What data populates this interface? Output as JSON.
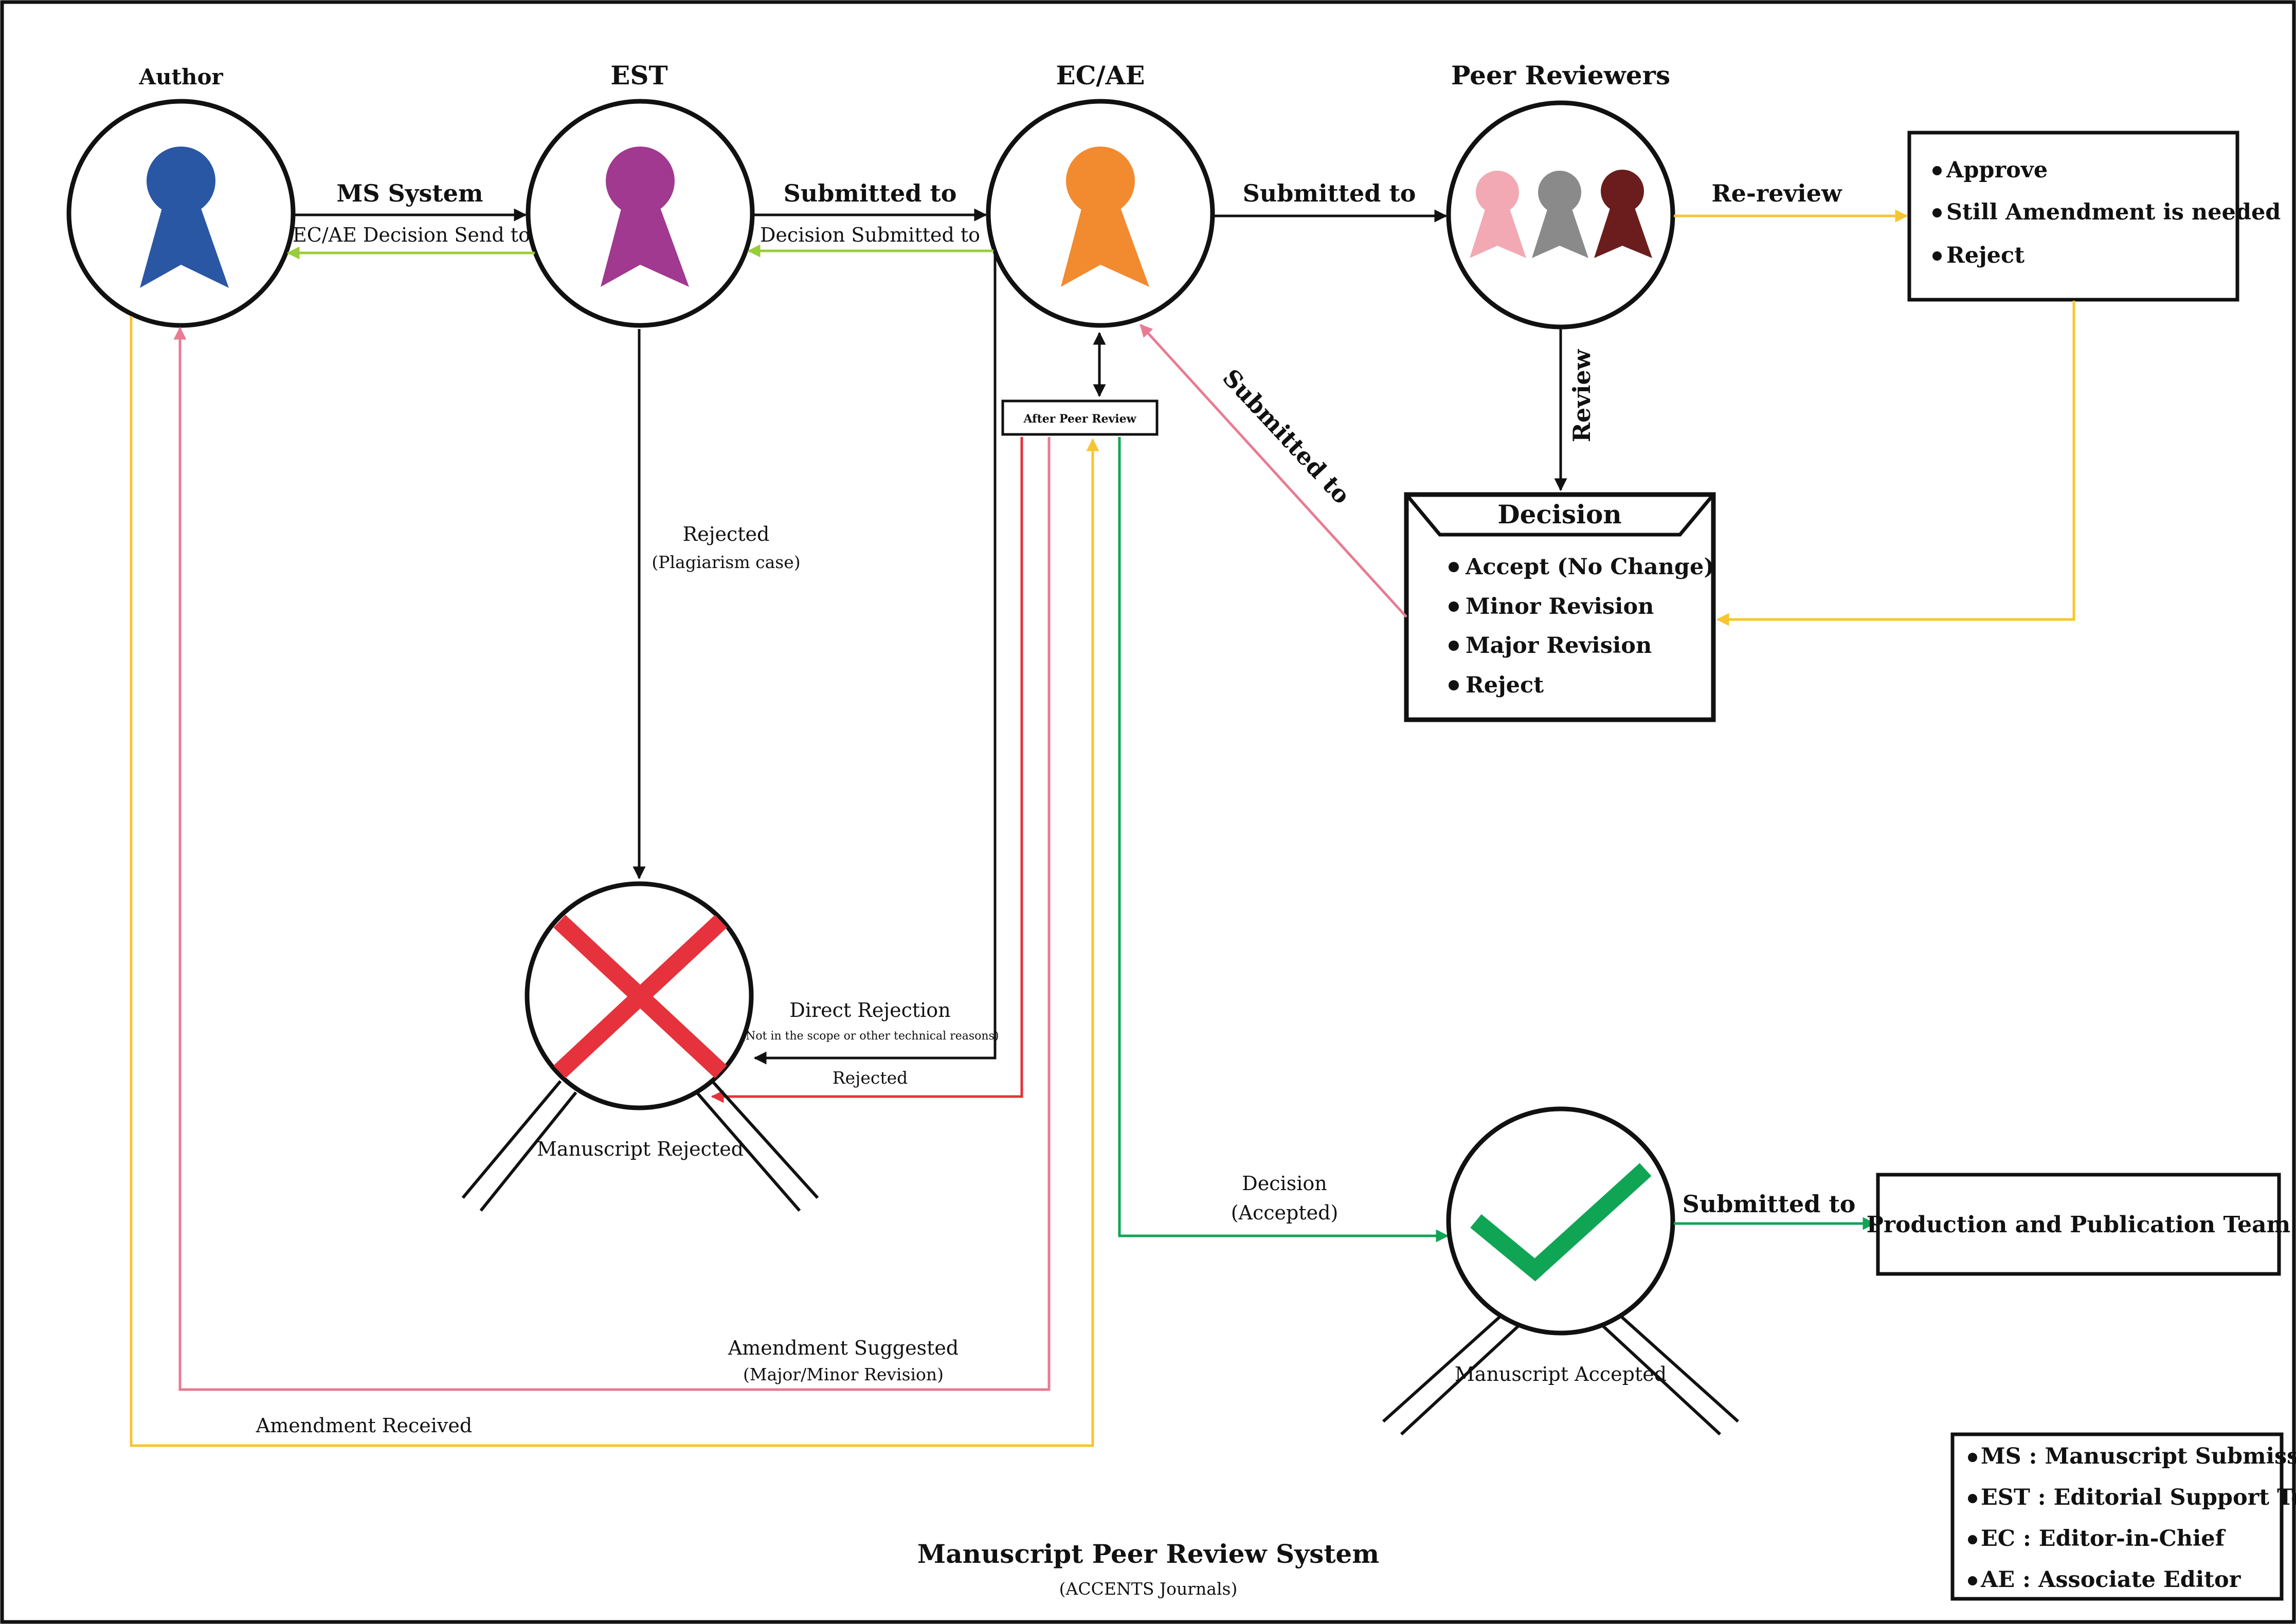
{
  "colors": {
    "author": "#2957a4",
    "est": "#a0398f",
    "ecae": "#f28a30",
    "reviewer_1": "#f2a9b3",
    "reviewer_2": "#8a8a8a",
    "reviewer_3": "#6b1d1d",
    "black": "#111111",
    "green_light": "#9acd3a",
    "yellow": "#f7c531",
    "pink": "#e87b93",
    "red": "#e5323c",
    "green": "#0fa555"
  },
  "actors": {
    "author": "Author",
    "est": "EST",
    "ecae": "EC/AE",
    "peer_reviewers": "Peer Reviewers"
  },
  "edges": {
    "ms_system": "MS System",
    "decision_send_to": "EC/AE Decision Send to",
    "submitted_to_1": "Submitted to",
    "decision_submitted_to": "Decision Submitted to",
    "submitted_to_2": "Submitted to",
    "re_review": "Re-review",
    "review": "Review",
    "submitted_to_3": "Submitted to",
    "rejected_plagiarism": "Rejected",
    "rejected_plagiarism_sub": "(Plagiarism case)",
    "direct_rejection": "Direct Rejection",
    "direct_rejection_sub": "(Not in the scope or other technical reasons)",
    "rejected": "Rejected",
    "decision_accepted": "Decision",
    "decision_accepted_sub": "(Accepted)",
    "amendment_suggested": "Amendment Suggested",
    "amendment_suggested_sub": "(Major/Minor Revision)",
    "amendment_received": "Amendment Received",
    "submitted_to_4": "Submitted to"
  },
  "after_peer_review": "After Peer Review",
  "rereview_box": {
    "items": [
      "Approve",
      "Still Amendment is needed",
      "Reject"
    ]
  },
  "decision_box": {
    "title": "Decision",
    "items": [
      "Accept (No Change)",
      "Minor Revision",
      "Major Revision",
      "Reject"
    ]
  },
  "outcomes": {
    "rejected": "Manuscript Rejected",
    "accepted": "Manuscript Accepted"
  },
  "production_box": "Production and Publication Team",
  "legend": {
    "items": [
      "MS : Manuscript Submission",
      "EST : Editorial Support Team",
      "EC : Editor-in-Chief",
      "AE : Associate Editor"
    ]
  },
  "footer": {
    "title": "Manuscript Peer Review System",
    "subtitle": "(ACCENTS Journals)"
  }
}
